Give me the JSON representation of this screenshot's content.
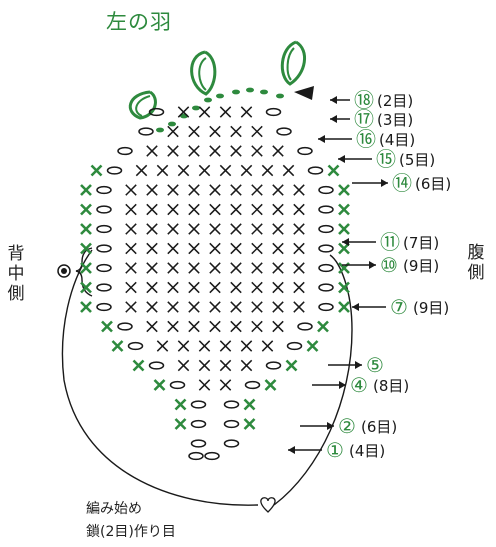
{
  "title": "左の羽",
  "side_left": [
    "背",
    "中",
    "側"
  ],
  "side_right": [
    "腹",
    "側"
  ],
  "start_note": {
    "line1": "編み始め",
    "line2": "鎖(2目)作り目"
  },
  "rows": [
    {
      "num": "⑱",
      "count": "(2目)"
    },
    {
      "num": "⑰",
      "count": "(3目)"
    },
    {
      "num": "⑯",
      "count": "(4目)"
    },
    {
      "num": "⑮",
      "count": "(5目)"
    },
    {
      "num": "⑭",
      "count": "(6目)"
    },
    {
      "num": "⑪",
      "count": "(7目)"
    },
    {
      "num": "⑩",
      "count": "(9目)"
    },
    {
      "num": "⑦",
      "count": "(9目)"
    },
    {
      "num": "⑤",
      "count": ""
    },
    {
      "num": "④",
      "count": "(8目)"
    },
    {
      "num": "②",
      "count": "(6目)"
    },
    {
      "num": "①",
      "count": "(4目)"
    }
  ],
  "colors": {
    "green": "#2e8a3e",
    "black": "#1a1a1a"
  }
}
